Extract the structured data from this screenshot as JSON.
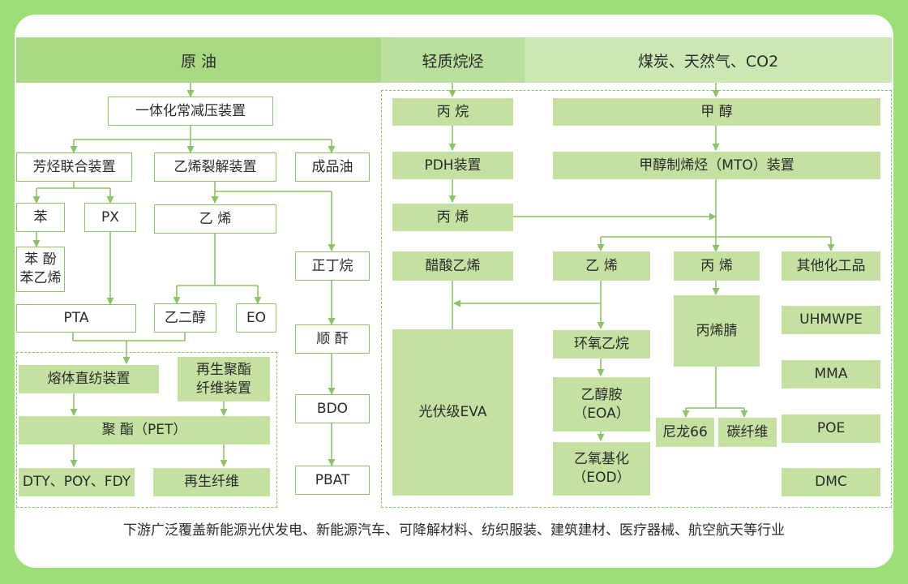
{
  "colors": {
    "frame": "#9dde76",
    "header_left": "#a9d883",
    "header_mid": "#b9e09c",
    "header_right": "#cbe8b4",
    "box_fill": "#c4e1a1",
    "line": "#8cc465"
  },
  "headers": {
    "crude_oil": "原 油",
    "light_alkanes": "轻质烷烃",
    "coal_gas": "煤炭、天然气、CO2"
  },
  "crude": {
    "distill": "一体化常减压装置",
    "aromatics_unit": "芳烃联合装置",
    "cracker": "乙烯裂解装置",
    "product_oil": "成品油",
    "benzene": "苯",
    "px": "PX",
    "phenol_line1": "苯 酚",
    "phenol_line2": "苯乙烯",
    "ethylene": "乙 烯",
    "pta": "PTA",
    "meg": "乙二醇",
    "eo": "EO",
    "butane": "正丁烷",
    "maleic": "顺 酐",
    "bdo": "BDO",
    "pbat": "PBAT",
    "melt_spin": "熔体直纺装置",
    "recycle_unit_line1": "再生聚酯",
    "recycle_unit_line2": "纤维装置",
    "pet": "聚 酯（PET）",
    "dty": "DTY、POY、FDY",
    "recycled_fiber": "再生纤维"
  },
  "light": {
    "propane": "丙 烷",
    "pdh": "PDH装置",
    "propylene": "丙 烯",
    "vinyl_acetate": "醋酸乙烯",
    "pv_eva": "光伏级EVA"
  },
  "coal": {
    "methanol": "甲 醇",
    "mto": "甲醇制烯烃（MTO）装置",
    "ethylene": "乙 烯",
    "propylene": "丙 烯",
    "other_chem": "其他化工品",
    "epoxy": "环氧乙烷",
    "eoa_line1": "乙醇胺",
    "eoa_line2": "（EOA）",
    "eod_line1": "乙氧基化",
    "eod_line2": "（EOD）",
    "acrylonitrile": "丙烯腈",
    "nylon": "尼龙66",
    "carbon_fiber": "碳纤维",
    "uhmwpe": "UHMWPE",
    "mma": "MMA",
    "poe": "POE",
    "dmc": "DMC"
  },
  "footer": "下游广泛覆盖新能源光伏发电、新能源汽车、可降解材料、纺织服装、建筑建材、医疗器械、航空航天等行业"
}
